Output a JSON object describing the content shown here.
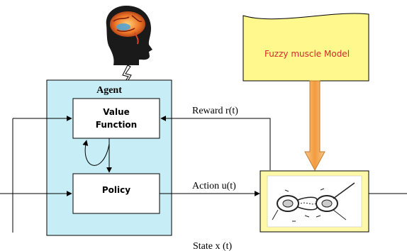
{
  "agent": {
    "title": "Agent"
  },
  "value_function": {
    "line1": "Value",
    "line2": "Function"
  },
  "policy": {
    "label": "Policy"
  },
  "signals": {
    "reward": "Reward r(t)",
    "action": "Action u(t)",
    "state": "State x (t)"
  },
  "fuzzy_model": {
    "label": "Fuzzy muscle Model"
  },
  "colors": {
    "agent_fill": "#c7eef6",
    "fuzzy_fill": "#fff88c",
    "fuzzy_text": "#d22a2a",
    "arrow_orange": "#f5b46a",
    "plant_fill": "#fff8a8"
  },
  "icons": {
    "head": "human-head-brain-icon",
    "bolt": "lightning-bolt-icon",
    "muscle": "muscle-sketch-icon"
  }
}
